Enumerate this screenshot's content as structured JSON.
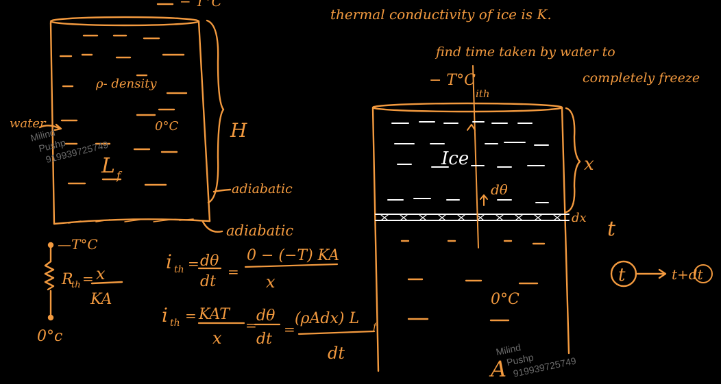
{
  "colors": {
    "background": "#000000",
    "ink": "#f39a3f",
    "ink_light": "#ffffff",
    "watermark": "#6a6a6a"
  },
  "left": {
    "top_temp": "− T°C",
    "density": "ρ- density",
    "water": "water",
    "zero_c": "0°C",
    "latent": "L",
    "latent_sub": "f",
    "height": "H",
    "adiabatic_side": "adiabatic",
    "adiabatic_bottom": "adiabatic"
  },
  "circuit": {
    "top": "—T°C",
    "r_label": "R",
    "r_sub": "th",
    "equals": "=",
    "num": "x",
    "den": "KA",
    "bottom": "0°c"
  },
  "equations": {
    "line1_lhs": "i",
    "line1_sub": "th",
    "line1_frac_num": "dθ",
    "line1_frac_den": "dt",
    "line1_rhs_num": "0 − (−T)  KA",
    "line1_rhs_den": "x",
    "line2_lhs": "i",
    "line2_sub": "th",
    "line2_mid_num": "KAT",
    "line2_mid_den": "x",
    "line2_frac_num": "dθ",
    "line2_frac_den": "dt",
    "line2_rhs_num": "(ρAdx) L",
    "line2_rhs_sub": "f",
    "line2_rhs_den": "dt",
    "eq": "="
  },
  "right": {
    "statement1": "thermal conductivity of ice is K.",
    "statement2": "find time taken by water to",
    "statement3": "completely freeze",
    "top_temp": "− T°C",
    "ith": "ith",
    "ice": "Ice",
    "dtheta": "dθ",
    "x_label": "x",
    "dx_label": "dx",
    "t_label": "t",
    "zero_c": "0°C",
    "area": "A",
    "time_left": "t",
    "time_right": "t+dt"
  },
  "watermarks": [
    {
      "line1": "Milind",
      "line2": "Pushp",
      "line3": "919939725749"
    },
    {
      "line1": "Milind",
      "line2": "Pushp",
      "line3": "919939725749"
    }
  ]
}
